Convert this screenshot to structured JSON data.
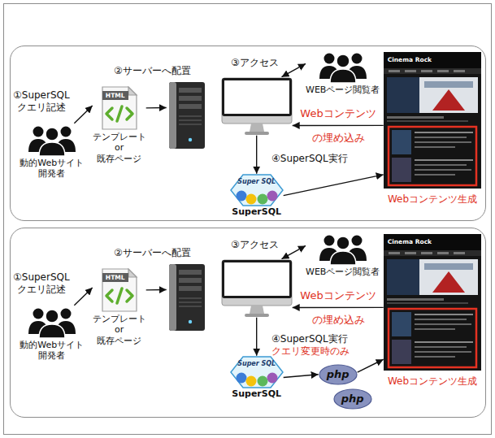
{
  "diagram": {
    "nodes": [
      {
        "text": []
      },
      {
        "text": [
          "動的Webサイト 開発者"
        ],
        "in": 0
      },
      {
        "text": [
          "HTML",
          "テンプレート or 既存ページ"
        ],
        "in": 0
      },
      {
        "text": [],
        "in": 0
      },
      {
        "text": [],
        "in": 0
      },
      {
        "text": [
          "WEBページ閲覧者"
        ],
        "in": 0
      },
      {
        "text": [
          "Cinema Rock"
        ],
        "in": 0
      },
      {
        "text": [
          "Super SQL",
          "SuperSQL"
        ],
        "in": 0
      },
      {
        "text": []
      },
      {
        "text": [
          "動的Webサイト 開発者"
        ],
        "in": 8
      },
      {
        "text": [
          "HTML",
          "テンプレート or 既存ページ"
        ],
        "in": 8
      },
      {
        "text": [],
        "in": 8
      },
      {
        "text": [],
        "in": 8
      },
      {
        "text": [
          "WEBページ閲覧者"
        ],
        "in": 8
      },
      {
        "text": [
          "Cinema Rock"
        ],
        "in": 8
      },
      {
        "text": [
          "Super SQL",
          "SuperSQL"
        ],
        "in": 8
      },
      {
        "text": [
          "php"
        ],
        "in": 8
      },
      {
        "text": [
          "php"
        ],
        "in": 8
      }
    ],
    "edges": [
      {
        "from": 1,
        "to": 2,
        "arrow": "to",
        "label": "①SuperSQL クエリ記述"
      },
      {
        "from": 2,
        "to": 3,
        "arrow": "to",
        "label": "②サーバーへ配置"
      },
      {
        "from": 4,
        "to": 5,
        "arrow": "both",
        "label": "③アクセス"
      },
      {
        "from": 4,
        "to": 7,
        "arrow": "to",
        "label": "④SuperSQL実行"
      },
      {
        "from": 6,
        "to": 4,
        "arrow": "to",
        "label": "Webコンテンツ の埋め込み"
      },
      {
        "from": 7,
        "to": 6,
        "arrow": "to",
        "label": "Webコンテンツ生成"
      },
      {
        "from": 9,
        "to": 10,
        "arrow": "to",
        "label": "①SuperSQL クエリ記述"
      },
      {
        "from": 10,
        "to": 11,
        "arrow": "to",
        "label": "②サーバーへ配置"
      },
      {
        "from": 12,
        "to": 13,
        "arrow": "both",
        "label": "③アクセス"
      },
      {
        "from": 12,
        "to": 15,
        "arrow": "to",
        "label": "④SuperSQL実行"
      },
      {
        "from": 14,
        "to": 12,
        "arrow": "to",
        "label": "Webコンテンツ の埋め込み"
      },
      {
        "from": 15,
        "to": 16,
        "arrow": "to"
      },
      {
        "from": 16,
        "to": 14,
        "arrow": "to",
        "label": "Webコンテンツ生成"
      }
    ],
    "labels": [
      "クエリ変更時のみ"
    ]
  }
}
